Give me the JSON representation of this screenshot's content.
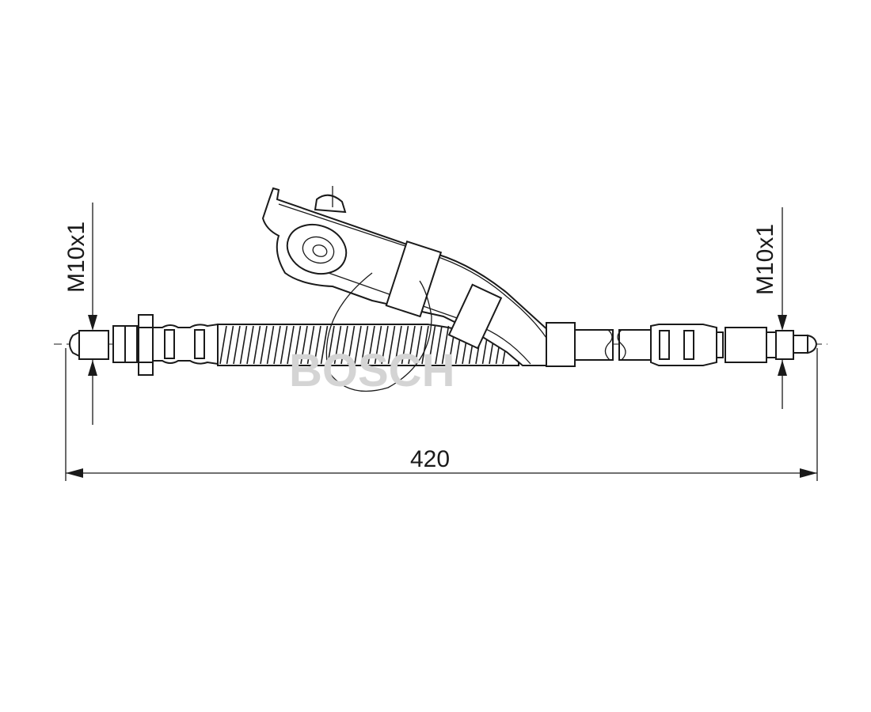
{
  "drawing": {
    "title": "Brake hose technical drawing",
    "thread_left": "M10x1",
    "thread_right": "M10x1",
    "overall_length": "420",
    "watermark": "BOSCH"
  },
  "colors": {
    "line": "#1a1a1a",
    "watermark": "#d4d4d4"
  }
}
